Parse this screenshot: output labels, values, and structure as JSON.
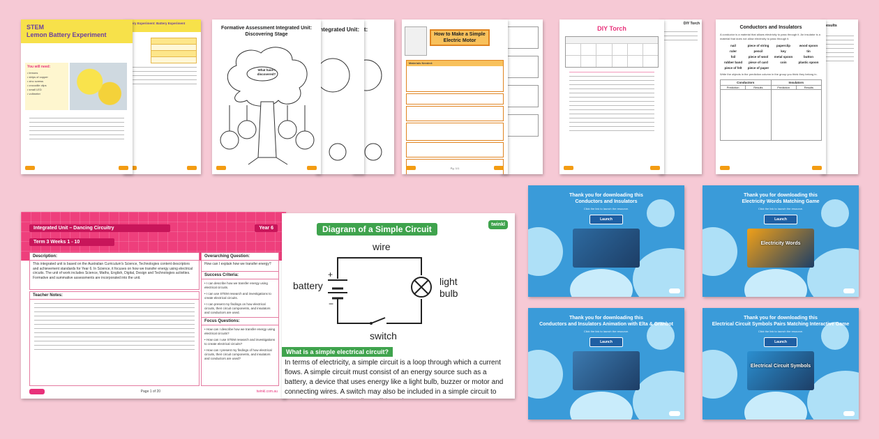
{
  "top_pages": {
    "lemon": {
      "title": "STEM\nLemon Battery Experiment",
      "back_title": "Battery Experiment: Battery Experiment",
      "you_will_need": "You will need:"
    },
    "formative": {
      "title": "Formative Assessment Integrated Unit: Discovering Stage",
      "back_title": "Integrated Unit:",
      "back_title_2": "Unit:",
      "bubble": "What have I discovered?"
    },
    "motor": {
      "title": "How to Make a Simple Electric Motor",
      "materials": "Materials Needed:",
      "page": "Pg. 1/1"
    },
    "torch": {
      "title": "DIY Torch",
      "back_title": "DIY Torch"
    },
    "conductors": {
      "title": "Conductors and Insulators",
      "back_title": "Results",
      "words": [
        "nail",
        "piece of string",
        "paperclip",
        "wood spoon",
        "ruler",
        "pencil",
        "key",
        "tin",
        "foil",
        "piece of wool",
        "metal spoon",
        "button",
        "rubber band",
        "piece of card",
        "coin",
        "plastic spoon",
        "piece of felt",
        "piece of paper"
      ],
      "col_conductors": "Conductors",
      "col_insulators": "Insulators",
      "prediction": "Prediction",
      "results": "Results"
    }
  },
  "plan": {
    "unit": "Integrated Unit – Dancing Circuitry",
    "year": "Year 6",
    "term": "Term 3 Weeks 1 - 10",
    "desc_heading": "Description:",
    "desc_text": "This integrated unit is based on the Australian Curriculum's Science, Technologies content descriptors and achievement standards for Year 6. In Science, it focuses on how we transfer energy using electrical circuits. The unit of work includes Science, Maths, English, Digital, Design and Technologies activities. Formative and summative assessments are incorporated into the unit.",
    "notes_heading": "Teacher Notes:",
    "question_heading": "Overarching Question:",
    "question_text": "How can I explain how we transfer energy?",
    "criteria_heading": "Success Criteria:",
    "criteria": [
      "I can describe how we transfer energy using electrical circuits.",
      "I can use STEM research and investigations to create electrical circuits.",
      "I can present my findings on how electrical circuits, their circuit components, and insulators and conductors are used."
    ],
    "focus_heading": "Focus Questions:",
    "focus": [
      "How can I describe how we transfer energy using electrical circuits?",
      "How can I use STEM research and investigations to create electrical circuits?",
      "How can I present my findings of how electrical circuits, their circuit components, and insulators and conductors are used?"
    ],
    "page": "Page 1 of 20",
    "website": "twinkl.com.au"
  },
  "diagram": {
    "title": "Diagram of a Simple Circuit",
    "wire": "wire",
    "battery": "battery",
    "light_bulb_1": "light",
    "light_bulb_2": "bulb",
    "switch": "switch",
    "question": "What is a simple electrical circuit?",
    "desc": "In terms of electricity, a simple circuit is a loop through which a current flows. A simple circuit must consist of an energy source such as a battery, a device that uses energy like a light bulb, buzzer or motor and connecting wires. A switch may also be included in a simple circuit to turn the circuit on (closed) or off (open).",
    "brand": "twinkl"
  },
  "thumbs": [
    {
      "line1": "Thank you for downloading this",
      "line2": "Conductors and Insulators",
      "sub": "Click the link to launch the resource.",
      "btn": "Launch"
    },
    {
      "line1": "Thank you for downloading this",
      "line2": "Electricity Words Matching Game",
      "sub": "Click the link to launch the resource.",
      "btn": "Launch",
      "shot_text": "Electricity Words"
    },
    {
      "line1": "Thank you for downloading this",
      "line2": "Conductors and Insulators Animation with Elta & Granbot",
      "sub": "Click the link to launch the resource.",
      "btn": "Launch"
    },
    {
      "line1": "Thank you for downloading this",
      "line2": "Electrical Circuit Symbols Pairs Matching Interactive Game",
      "sub": "Click the link to launch the resource.",
      "btn": "Launch",
      "shot_text": "Electrical Circuit Symbols"
    }
  ],
  "colors": {
    "background": "#f6c9d5",
    "pink": "#ee3f7c",
    "green": "#3fa34d",
    "blue": "#3a9bd9"
  }
}
